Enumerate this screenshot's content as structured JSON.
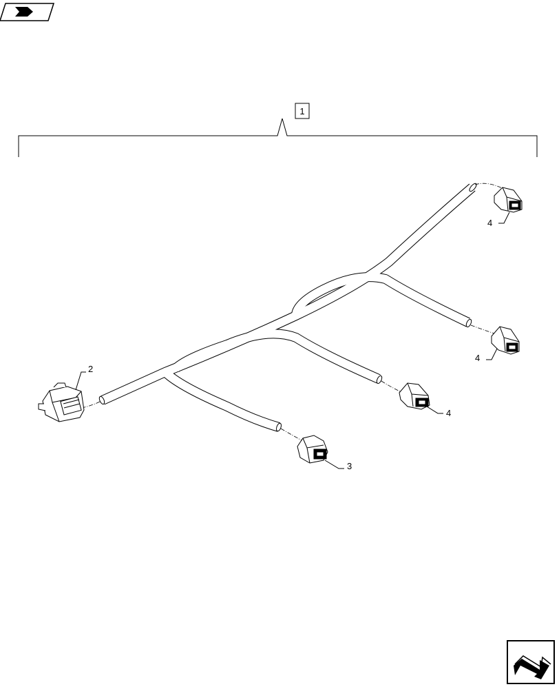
{
  "diagram": {
    "assembly_callout": "1",
    "callouts": [
      {
        "id": "harness-main",
        "label": "2"
      },
      {
        "id": "connector-bottom",
        "label": "3"
      },
      {
        "id": "connector-middle",
        "label": "4"
      },
      {
        "id": "connector-right-lower",
        "label": "4"
      },
      {
        "id": "connector-right-upper",
        "label": "4"
      }
    ]
  },
  "icons": {
    "top_left": "return-to-index-icon",
    "bottom_right": "next-page-arrow-icon"
  }
}
